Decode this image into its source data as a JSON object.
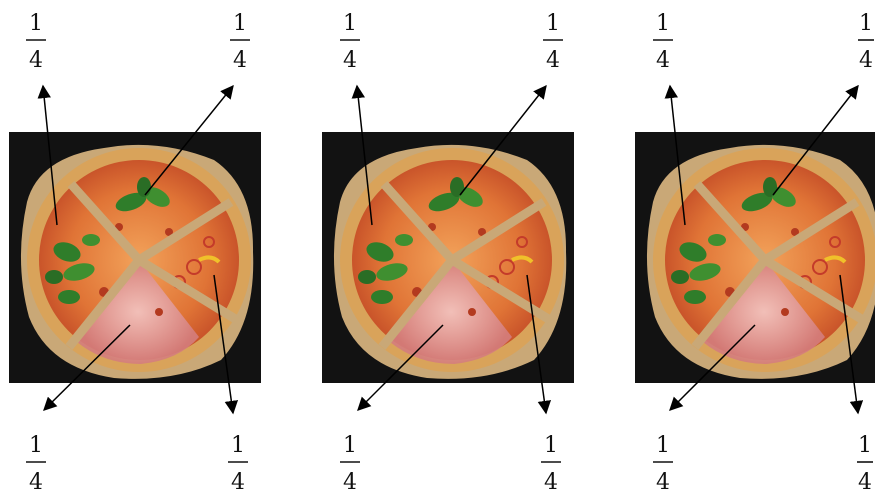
{
  "panels": [
    {
      "fractions": {
        "top_left": {
          "numerator": "1",
          "denominator": "4"
        },
        "top_right": {
          "numerator": "1",
          "denominator": "4"
        },
        "bottom_left": {
          "numerator": "1",
          "denominator": "4"
        },
        "bottom_right": {
          "numerator": "1",
          "denominator": "4"
        }
      }
    },
    {
      "fractions": {
        "top_left": {
          "numerator": "1",
          "denominator": "4"
        },
        "top_right": {
          "numerator": "1",
          "denominator": "4"
        },
        "bottom_left": {
          "numerator": "1",
          "denominator": "4"
        },
        "bottom_right": {
          "numerator": "1",
          "denominator": "4"
        }
      }
    },
    {
      "fractions": {
        "top_left": {
          "numerator": "1",
          "denominator": "4"
        },
        "top_right": {
          "numerator": "1",
          "denominator": "4"
        },
        "bottom_left": {
          "numerator": "1",
          "denominator": "4"
        },
        "bottom_right": {
          "numerator": "1",
          "denominator": "4"
        }
      }
    }
  ],
  "colors": {
    "background": "#ffffff",
    "photo_background": "#121212",
    "crust": "#d9a35a",
    "sauce": "#d8552a",
    "cheese": "#f0b46a",
    "basil": "#2f7d2a",
    "ham": "#d98a8f",
    "board": "#c9a877",
    "arrow": "#000000"
  }
}
